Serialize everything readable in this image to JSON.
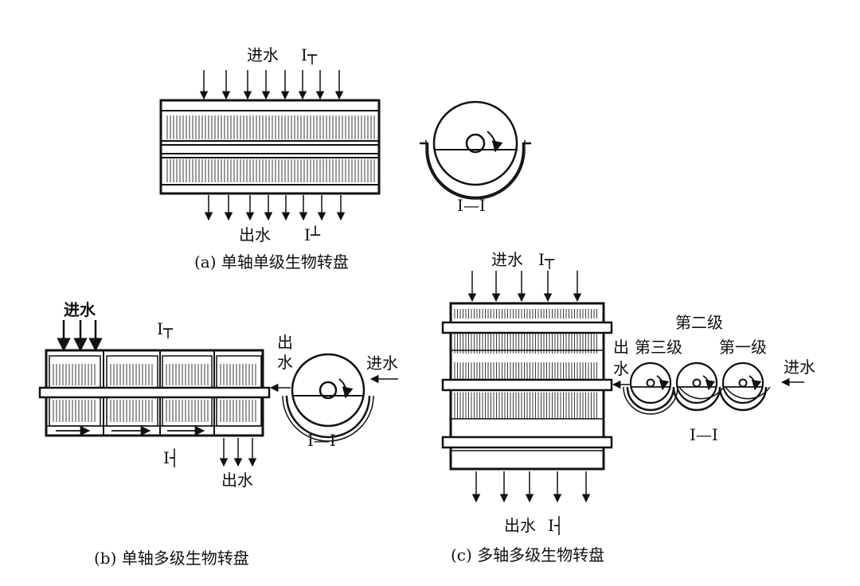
{
  "diagram_a": {
    "caption": "(a) 单轴单级生物转盘",
    "inflow_label": "进水",
    "outflow_label": "出水",
    "section_top": "I┬",
    "section_bottom": "I┴",
    "section_view": "I—I"
  },
  "diagram_b": {
    "caption": "(b) 单轴多级生物转盘",
    "inflow_label": "进水",
    "outflow_label": "出水",
    "side_outflow_label_1": "出",
    "side_outflow_label_2": "水",
    "side_inflow_label": "进水",
    "section_top": "I┬",
    "section_bottom": "I┤",
    "section_view": "I—I"
  },
  "diagram_c": {
    "caption": "(c) 多轴多级生物转盘",
    "inflow_label": "进水",
    "outflow_label": "出水",
    "section_top": "I┬",
    "section_bottom": "I┤",
    "stage_1": "第一级",
    "stage_2": "第二级",
    "stage_3": "第三级",
    "side_outflow_label_1": "出",
    "side_outflow_label_2": "水",
    "side_inflow_label": "进水",
    "section_view": "I—I"
  }
}
